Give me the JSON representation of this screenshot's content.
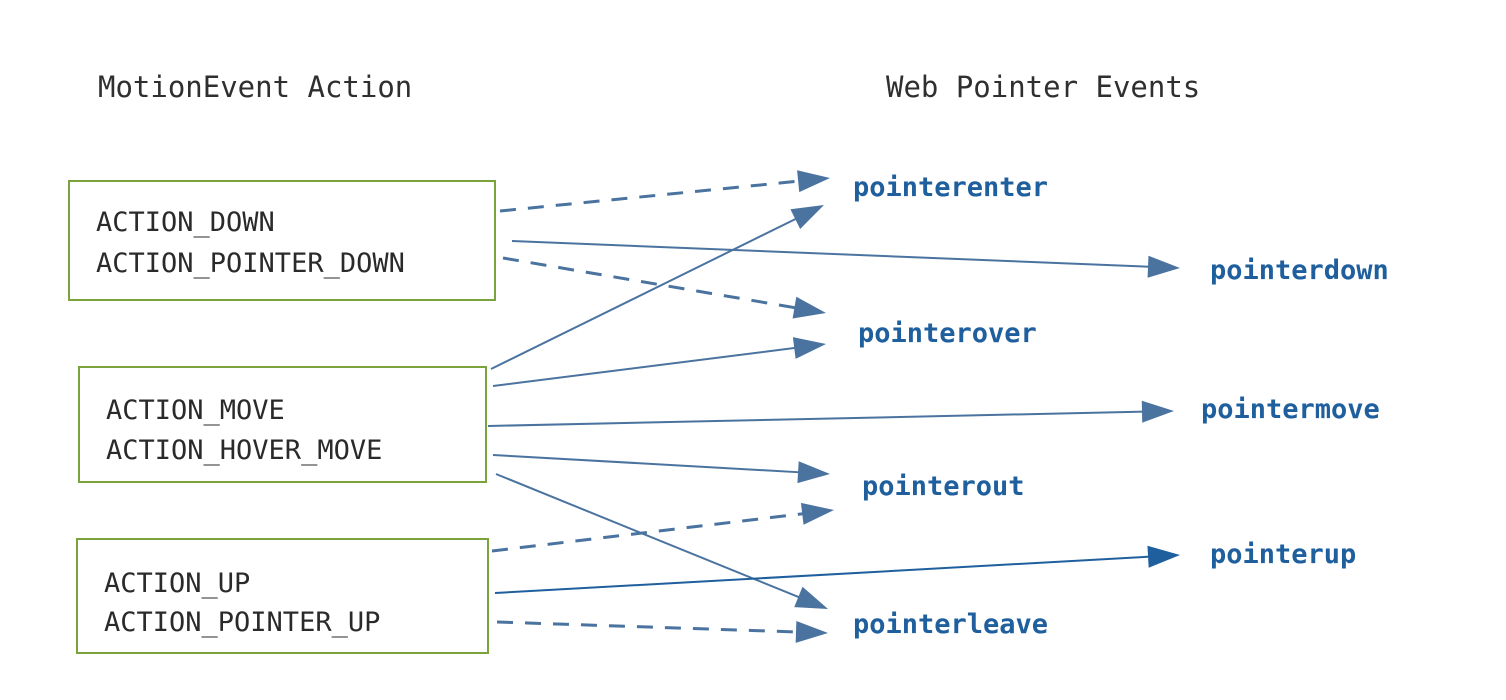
{
  "headers": {
    "left": "MotionEvent Action",
    "right": "Web Pointer Events"
  },
  "sources": [
    {
      "id": "down",
      "lines": [
        "ACTION_DOWN",
        "ACTION_POINTER_DOWN"
      ]
    },
    {
      "id": "move",
      "lines": [
        "ACTION_MOVE",
        "ACTION_HOVER_MOVE"
      ]
    },
    {
      "id": "up",
      "lines": [
        "ACTION_UP",
        "ACTION_POINTER_UP"
      ]
    }
  ],
  "events": [
    {
      "id": "pointerenter",
      "label": "pointerenter"
    },
    {
      "id": "pointerdown",
      "label": "pointerdown"
    },
    {
      "id": "pointerover",
      "label": "pointerover"
    },
    {
      "id": "pointermove",
      "label": "pointermove"
    },
    {
      "id": "pointerout",
      "label": "pointerout"
    },
    {
      "id": "pointerup",
      "label": "pointerup"
    },
    {
      "id": "pointerleave",
      "label": "pointerleave"
    }
  ],
  "edges": [
    {
      "from": "down",
      "to": "pointerenter",
      "style": "dashed"
    },
    {
      "from": "down",
      "to": "pointerdown",
      "style": "solid"
    },
    {
      "from": "down",
      "to": "pointerover",
      "style": "dashed"
    },
    {
      "from": "move",
      "to": "pointerenter",
      "style": "solid"
    },
    {
      "from": "move",
      "to": "pointerover",
      "style": "solid"
    },
    {
      "from": "move",
      "to": "pointermove",
      "style": "solid"
    },
    {
      "from": "move",
      "to": "pointerout",
      "style": "solid"
    },
    {
      "from": "move",
      "to": "pointerleave",
      "style": "solid"
    },
    {
      "from": "up",
      "to": "pointerout",
      "style": "dashed"
    },
    {
      "from": "up",
      "to": "pointerup",
      "style": "solid"
    },
    {
      "from": "up",
      "to": "pointerleave",
      "style": "dashed"
    }
  ],
  "colors": {
    "box_border": "#7aa43b",
    "arrow": "#4a73a0",
    "arrow_strong": "#1f5f9e",
    "event_text": "#1f5f9e",
    "header_text": "#2f2f2f"
  }
}
